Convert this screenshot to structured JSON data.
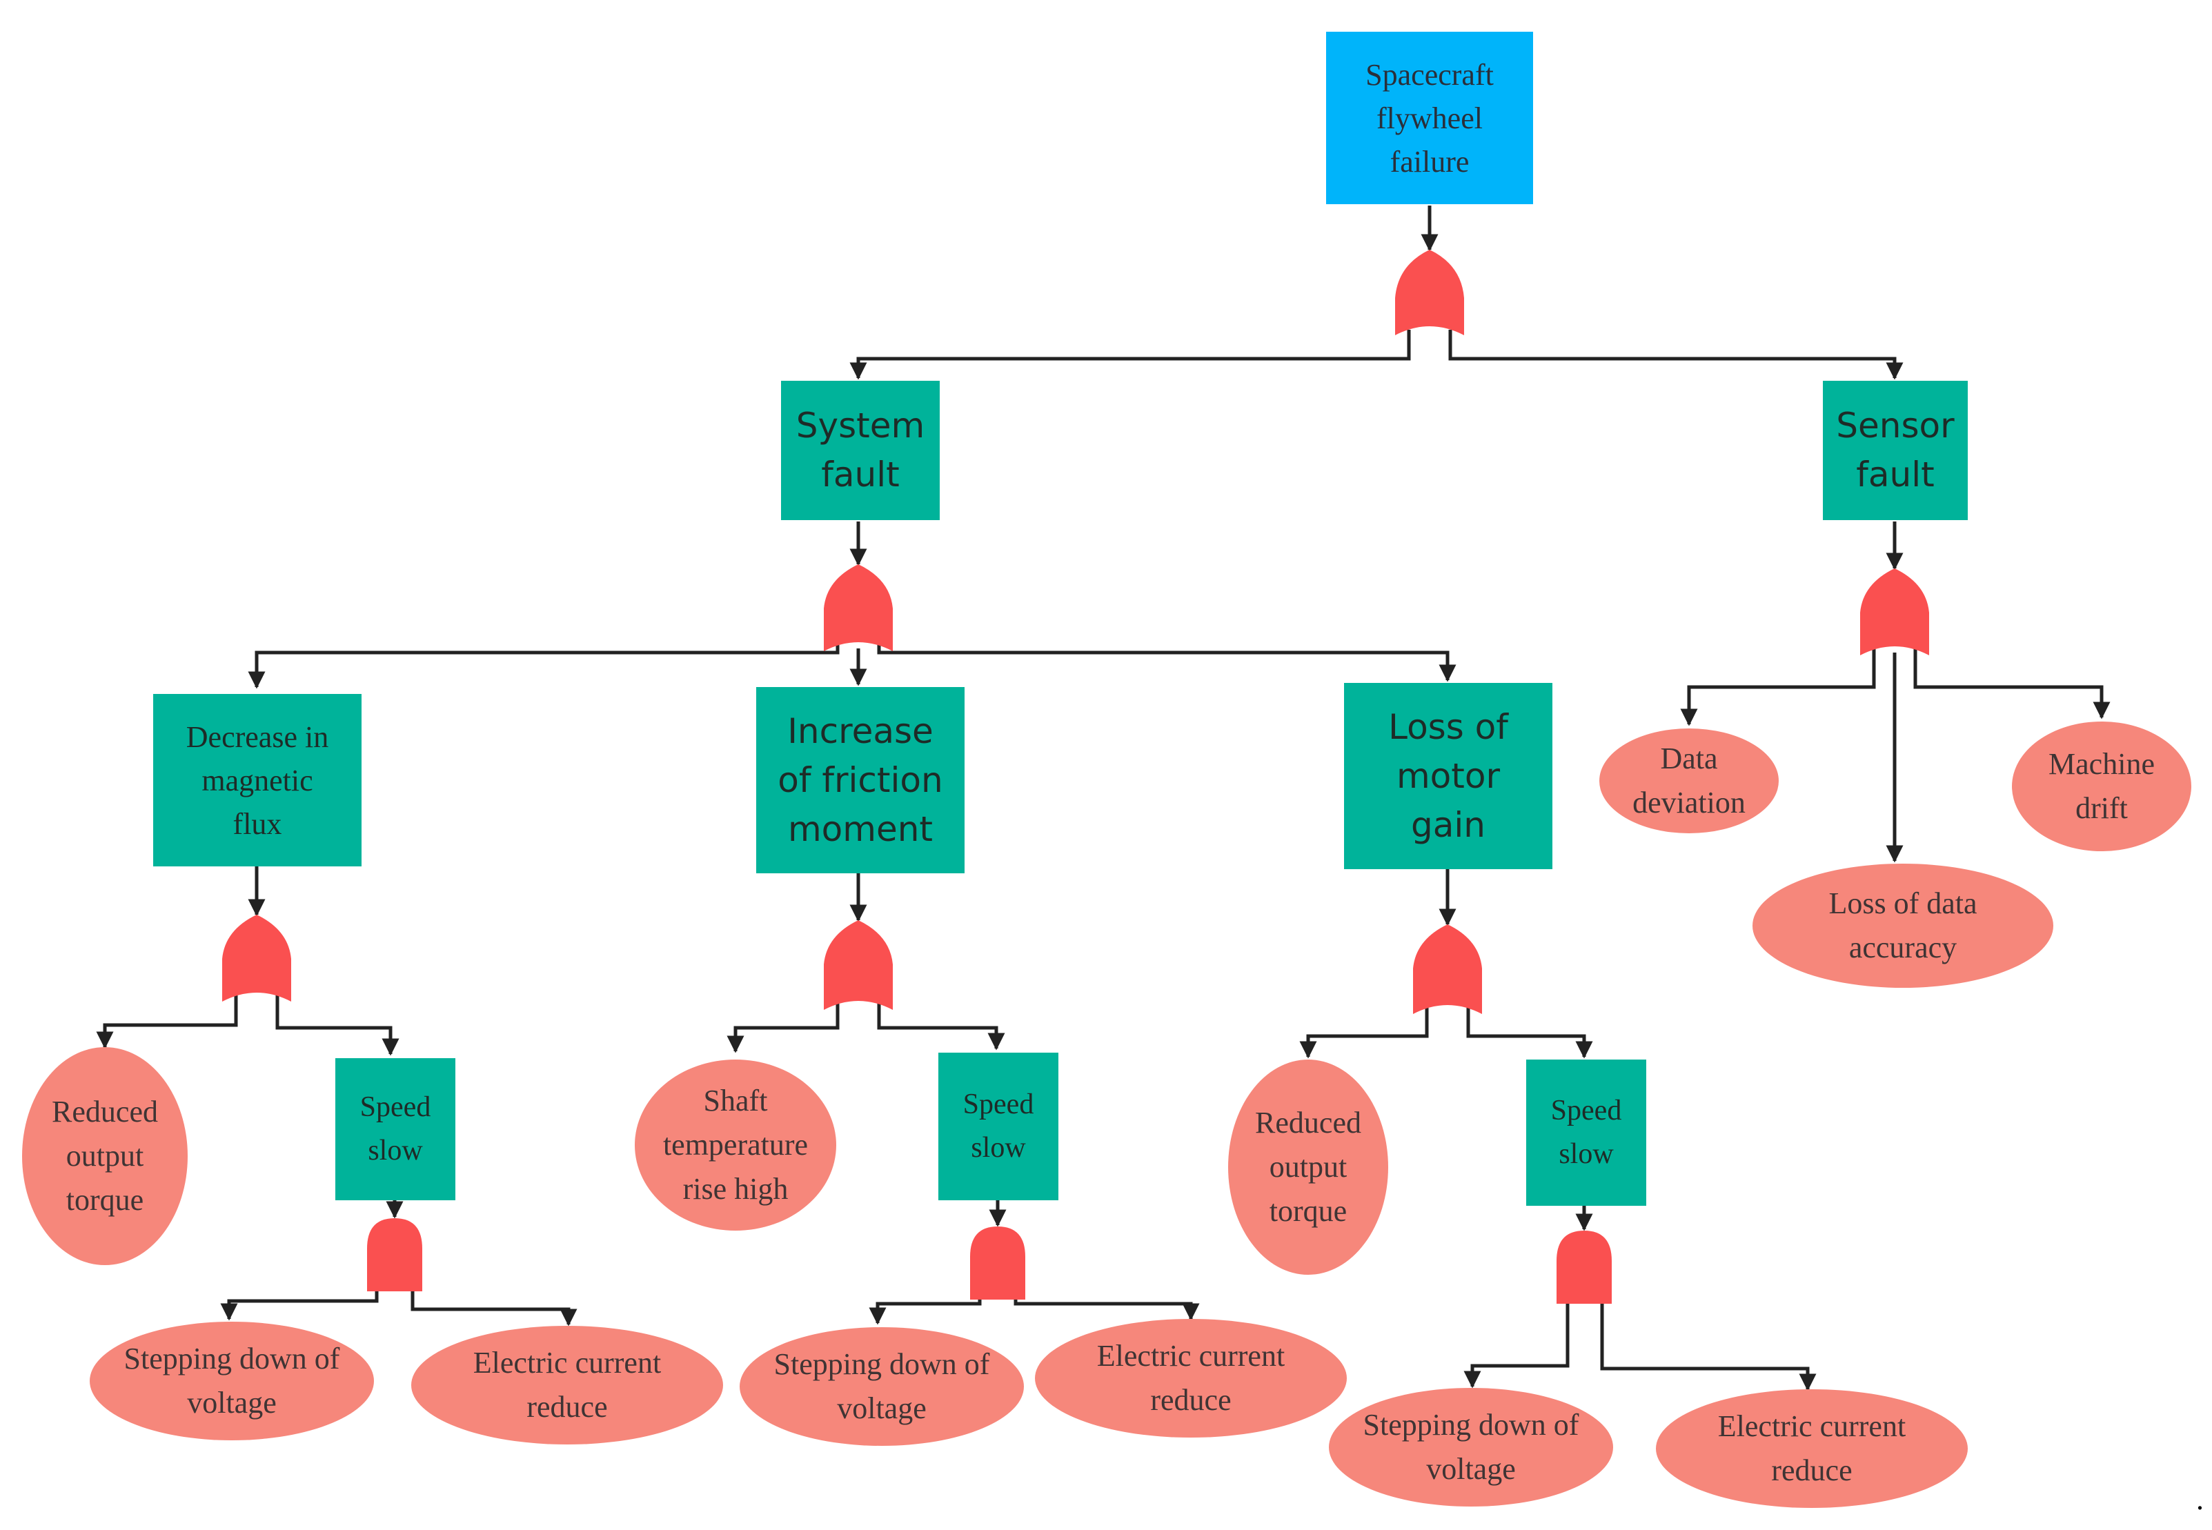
{
  "colors": {
    "top_event": "#00b4fa",
    "intermediate_event": "#00b39a",
    "basic_event": "#f6877b",
    "gate": "#fa5050",
    "connector": "#222222"
  },
  "top_event": {
    "label": "Spacecraft\nflywheel\nfailure"
  },
  "intermediate_events": {
    "system_fault": "System\nfault",
    "sensor_fault": "Sensor\nfault",
    "decrease_magnetic_flux": "Decrease in\nmagnetic\nflux",
    "increase_friction_moment": "Increase\nof friction\nmoment",
    "loss_motor_gain": "Loss of\nmotor\ngain",
    "speed_slow_1": "Speed\nslow",
    "speed_slow_2": "Speed\nslow",
    "speed_slow_3": "Speed\nslow"
  },
  "basic_events": {
    "data_deviation": "Data\ndeviation",
    "loss_data_accuracy": "Loss of data\naccuracy",
    "machine_drift": "Machine\ndrift",
    "reduced_torque_1": "Reduced\noutput\ntorque",
    "shaft_temperature": "Shaft\ntemperature\nrise high",
    "reduced_torque_2": "Reduced\noutput\ntorque",
    "stepping_voltage_1": "Stepping down of\nvoltage",
    "current_reduce_1": "Electric current\nreduce",
    "stepping_voltage_2": "Stepping down of\nvoltage",
    "current_reduce_2": "Electric current\nreduce",
    "stepping_voltage_3": "Stepping down of\nvoltage",
    "current_reduce_3": "Electric current\nreduce"
  },
  "gates": [
    {
      "name": "or-gate-top",
      "type": "OR"
    },
    {
      "name": "or-gate-system-fault",
      "type": "OR"
    },
    {
      "name": "or-gate-sensor-fault",
      "type": "OR"
    },
    {
      "name": "or-gate-magnetic-flux",
      "type": "OR"
    },
    {
      "name": "or-gate-friction-moment",
      "type": "OR"
    },
    {
      "name": "or-gate-motor-gain",
      "type": "OR"
    },
    {
      "name": "and-gate-speed-slow-1",
      "type": "AND"
    },
    {
      "name": "and-gate-speed-slow-2",
      "type": "AND"
    },
    {
      "name": "and-gate-speed-slow-3",
      "type": "AND"
    }
  ],
  "trailing_mark": "."
}
